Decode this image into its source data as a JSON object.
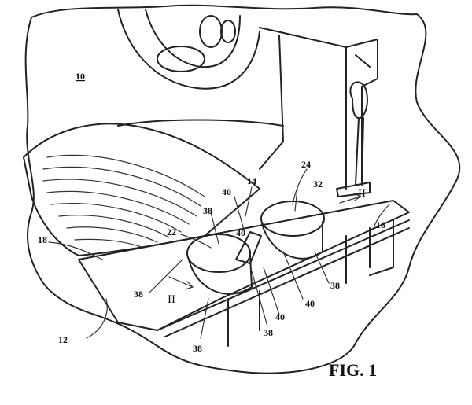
{
  "figure": {
    "caption": "FIG. 1"
  },
  "references": {
    "r10": "10",
    "r12": "12",
    "r14": "14",
    "r16": "16",
    "r18": "18",
    "r22": "22",
    "r24": "24",
    "r32": "32",
    "r38a": "38",
    "r38b": "38",
    "r38c": "38",
    "r38d": "38",
    "r38e": "38",
    "r40a": "40",
    "r40b": "40",
    "r40c": "40",
    "r40d": "40"
  },
  "section_marks": {
    "left": "II",
    "right": "II"
  }
}
